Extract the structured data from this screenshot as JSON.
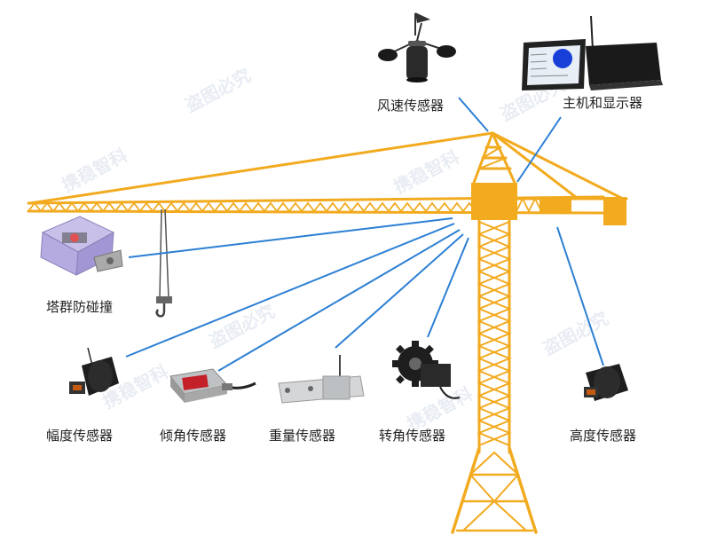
{
  "diagram": {
    "sensors": {
      "wind_speed": "风速传感器",
      "host_display": "主机和显示器",
      "anti_collision": "塔群防碰撞",
      "amplitude": "幅度传感器",
      "tilt": "倾角传感器",
      "weight": "重量传感器",
      "rotation": "转角传感器",
      "height": "高度传感器"
    },
    "watermark_text": [
      "携稳智科",
      "盗图必究"
    ],
    "colors": {
      "crane": "#F2AA1F",
      "crane_dark": "#D98E00",
      "link_line": "#2B7FD3",
      "label_text": "#222222"
    },
    "icons": {
      "wind_speed": "anemometer-icon",
      "host_display": "display-host-icon",
      "anti_collision": "anti-collision-box-icon",
      "amplitude": "amplitude-encoder-icon",
      "tilt": "tilt-sensor-icon",
      "weight": "load-pin-icon",
      "rotation": "rotation-gear-icon",
      "height": "height-encoder-icon"
    }
  }
}
